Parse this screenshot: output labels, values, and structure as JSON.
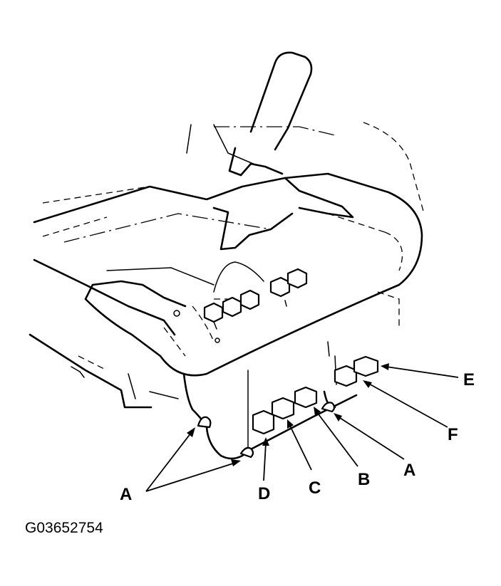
{
  "figure_code": "G03652754",
  "callouts": {
    "a_left": "A",
    "a_right": "A",
    "b": "B",
    "c": "C",
    "d": "D",
    "e": "E",
    "f": "F"
  },
  "colors": {
    "ink": "#000000",
    "paper": "#ffffff"
  }
}
